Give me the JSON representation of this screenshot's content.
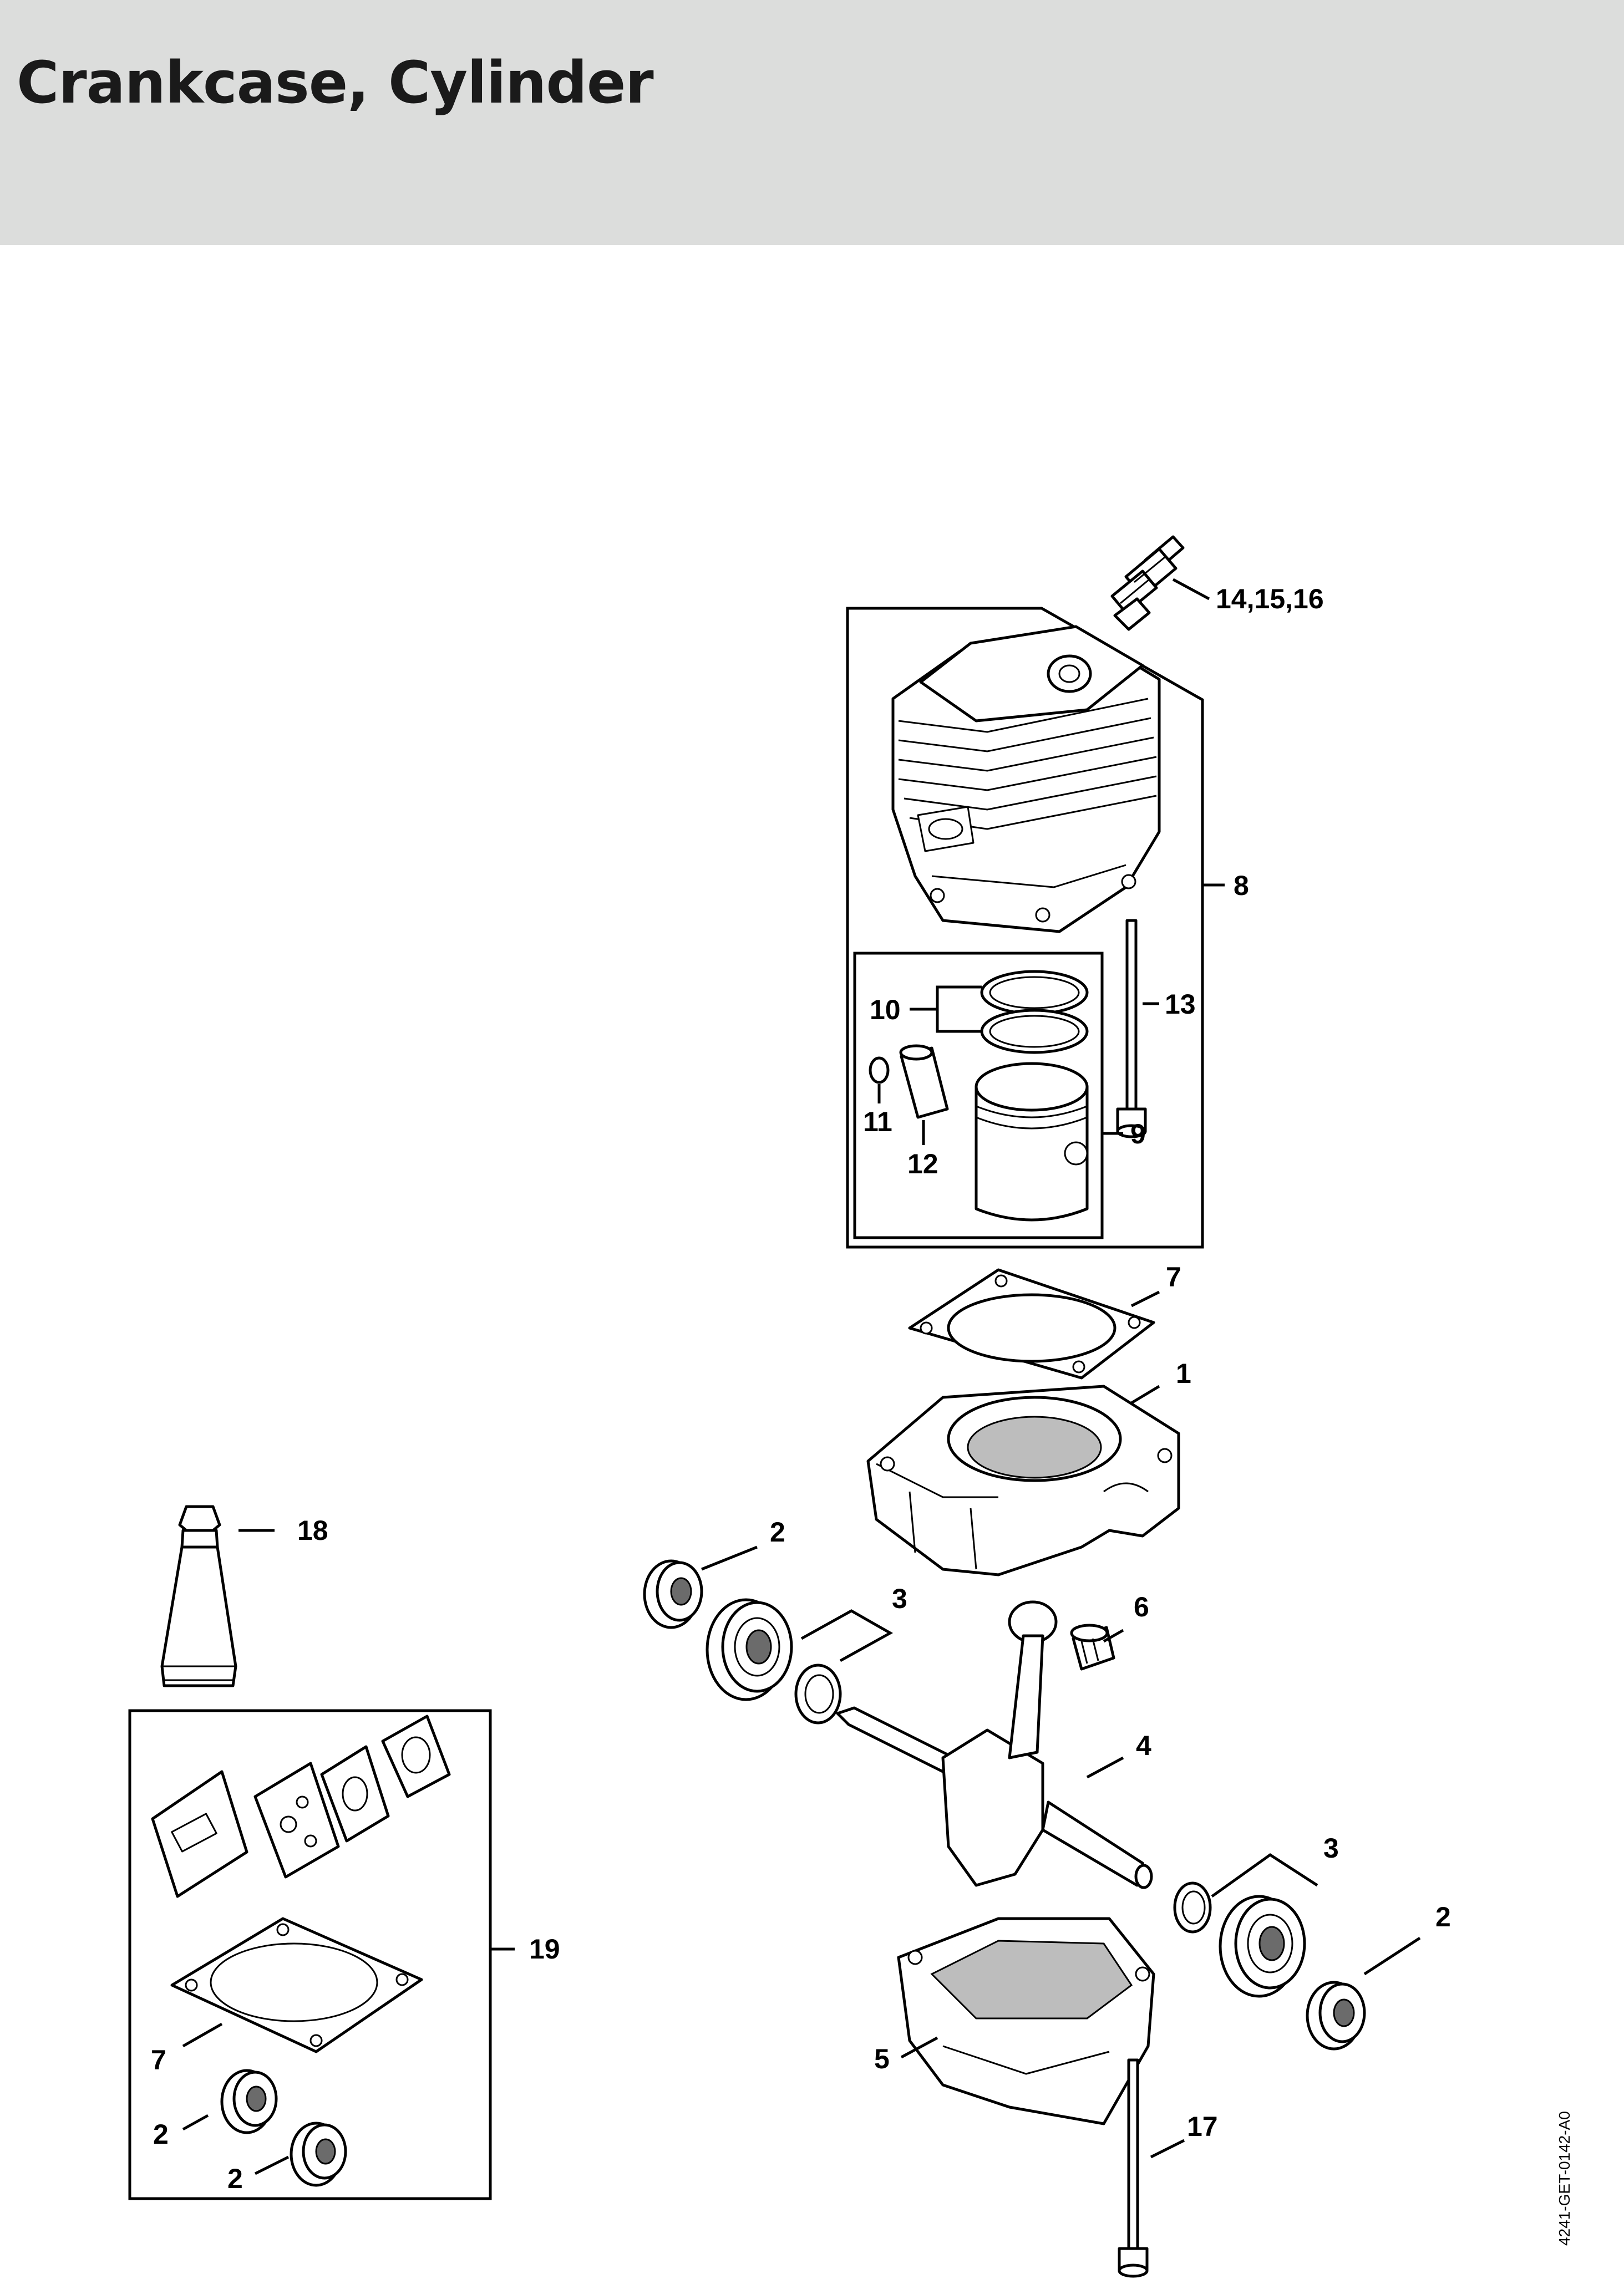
{
  "header": {
    "title": "Crankcase, Cylinder"
  },
  "callouts": {
    "c14_15_16": "14,15,16",
    "c8": "8",
    "c13": "13",
    "c10": "10",
    "c11": "11",
    "c12": "12",
    "c9": "9",
    "c7_top": "7",
    "c1": "1",
    "c18": "18",
    "c2_left": "2",
    "c3_top": "3",
    "c6": "6",
    "c4": "4",
    "c3_right": "3",
    "c2_right": "2",
    "c19": "19",
    "c7_kit": "7",
    "c5": "5",
    "c2_kit_a": "2",
    "c2_kit_b": "2",
    "c17": "17"
  },
  "figure_code": "4241-GET-0142-A0"
}
